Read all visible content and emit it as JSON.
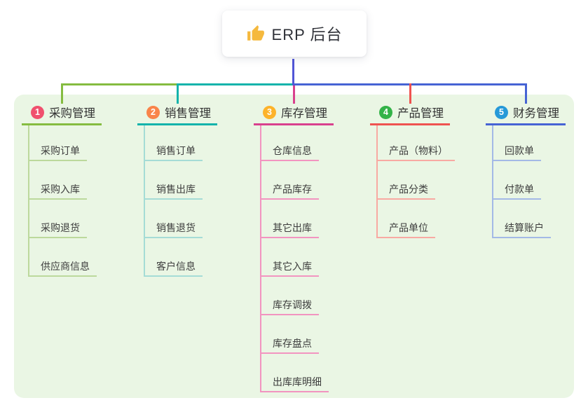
{
  "root": {
    "title": "ERP 后台",
    "icon": "thumbs-up-icon",
    "box_bg": "#ffffff",
    "line_color": "#5156d6",
    "icon_color": "#f5b93e"
  },
  "panel": {
    "bg_color": "#eaf6e4"
  },
  "branches": [
    {
      "index": "1",
      "label": "采购管理",
      "badge_color": "#f0506e",
      "line_color": "#85bc40",
      "child_line_color": "#bcd99c",
      "children": [
        "采购订单",
        "采购入库",
        "采购退货",
        "供应商信息"
      ]
    },
    {
      "index": "2",
      "label": "销售管理",
      "badge_color": "#f9844a",
      "line_color": "#13b3ab",
      "child_line_color": "#a5dcd6",
      "children": [
        "销售订单",
        "销售出库",
        "销售退货",
        "客户信息"
      ]
    },
    {
      "index": "3",
      "label": "库存管理",
      "badge_color": "#fdb32a",
      "line_color": "#d9418e",
      "child_line_color": "#f294c0",
      "children": [
        "仓库信息",
        "产品库存",
        "其它出库",
        "其它入库",
        "库存调拨",
        "库存盘点",
        "出库库明细"
      ]
    },
    {
      "index": "4",
      "label": "产品管理",
      "badge_color": "#33b348",
      "line_color": "#ef5350",
      "child_line_color": "#f8a9a2",
      "children": [
        "产品（物料）",
        "产品分类",
        "产品单位"
      ]
    },
    {
      "index": "5",
      "label": "财务管理",
      "badge_color": "#2699d8",
      "line_color": "#4663d4",
      "child_line_color": "#a3b9e6",
      "children": [
        "回款单",
        "付款单",
        "结算账户"
      ]
    }
  ]
}
